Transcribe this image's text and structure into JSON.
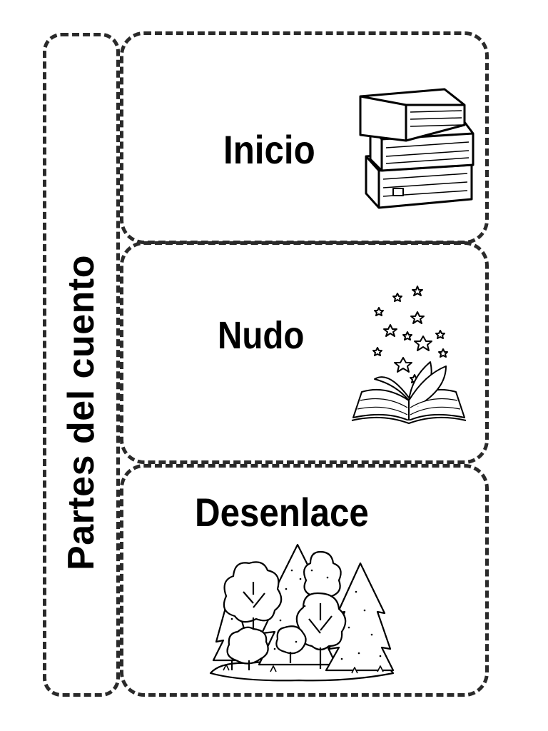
{
  "spine": {
    "title": "Partes del cuento"
  },
  "panels": {
    "inicio": {
      "title": "Inicio",
      "illustration": "stacked-books-icon"
    },
    "nudo": {
      "title": "Nudo",
      "illustration": "open-book-stars-icon"
    },
    "desenlace": {
      "title": "Desenlace",
      "illustration": "forest-trees-icon"
    }
  },
  "colors": {
    "ink": "#000000",
    "border": "#2a2a2a",
    "background": "#ffffff"
  }
}
